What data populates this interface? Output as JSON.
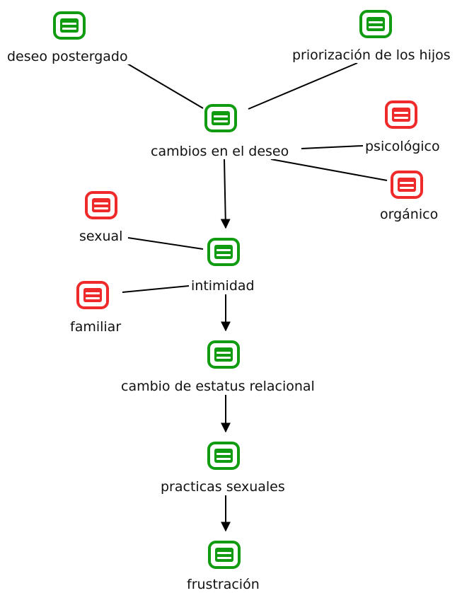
{
  "colors": {
    "positive": "#119b11",
    "negative": "#ee2a2a",
    "edge": "#000000"
  },
  "nodes": {
    "deseo_postergado": {
      "label": "deseo postergado",
      "status": "green",
      "icon": "list-icon"
    },
    "priorizacion_hijos": {
      "label": "priorización de los hijos",
      "status": "green",
      "icon": "list-icon"
    },
    "cambios_deseo": {
      "label": "cambios en el deseo",
      "status": "green",
      "icon": "list-icon"
    },
    "psicologico": {
      "label": "psicológico",
      "status": "red",
      "icon": "list-icon"
    },
    "organico": {
      "label": "orgánico",
      "status": "red",
      "icon": "list-icon"
    },
    "sexual": {
      "label": "sexual",
      "status": "red",
      "icon": "list-icon"
    },
    "intimidad": {
      "label": "intimidad",
      "status": "green",
      "icon": "list-icon"
    },
    "familiar": {
      "label": "familiar",
      "status": "red",
      "icon": "list-icon"
    },
    "cambio_estatus": {
      "label": "cambio de estatus relacional",
      "status": "green",
      "icon": "list-icon"
    },
    "practicas_sexuales": {
      "label": "practicas sexuales",
      "status": "green",
      "icon": "list-icon"
    },
    "frustracion": {
      "label": "frustración",
      "status": "green",
      "icon": "list-icon"
    }
  },
  "edges": [
    {
      "from": "deseo_postergado",
      "to": "cambios_deseo",
      "directed": false
    },
    {
      "from": "priorizacion_hijos",
      "to": "cambios_deseo",
      "directed": false
    },
    {
      "from": "cambios_deseo",
      "to": "psicologico",
      "directed": false
    },
    {
      "from": "cambios_deseo",
      "to": "organico",
      "directed": false
    },
    {
      "from": "cambios_deseo",
      "to": "intimidad",
      "directed": true
    },
    {
      "from": "sexual",
      "to": "intimidad",
      "directed": false
    },
    {
      "from": "familiar",
      "to": "intimidad",
      "directed": false
    },
    {
      "from": "intimidad",
      "to": "cambio_estatus",
      "directed": true
    },
    {
      "from": "cambio_estatus",
      "to": "practicas_sexuales",
      "directed": true
    },
    {
      "from": "practicas_sexuales",
      "to": "frustracion",
      "directed": true
    }
  ]
}
